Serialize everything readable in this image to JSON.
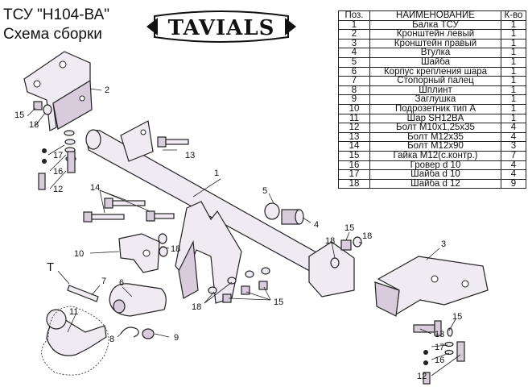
{
  "header": {
    "title": "ТСУ  \"Н104-ВА\"",
    "subtitle": "Схема сборки",
    "logo_text": "TAVIALS"
  },
  "table": {
    "headers": [
      "Поз.",
      "НАИМЕНОВАНИЕ",
      "К-во"
    ],
    "rows": [
      [
        "1",
        "Балка ТСУ",
        "1"
      ],
      [
        "2",
        "Кронштейн левый",
        "1"
      ],
      [
        "3",
        "Кронштейн правый",
        "1"
      ],
      [
        "4",
        "Втулка",
        "1"
      ],
      [
        "5",
        "Шайба",
        "1"
      ],
      [
        "6",
        "Корпус крепления шара",
        "1"
      ],
      [
        "7",
        "Стопорный палец",
        "1"
      ],
      [
        "8",
        "Шплинт",
        "1"
      ],
      [
        "9",
        "Заглушка",
        "1"
      ],
      [
        "10",
        "Подрозетник тип А",
        "1"
      ],
      [
        "11",
        "Шар SH12BA",
        "1"
      ],
      [
        "12",
        "Болт М10х1,25х35",
        "4"
      ],
      [
        "13",
        "Болт М12х35",
        "4"
      ],
      [
        "14",
        "Болт М12х90",
        "3"
      ],
      [
        "15",
        "Гайка М12(с.контр.)",
        "7"
      ],
      [
        "16",
        "Гровер d 10",
        "4"
      ],
      [
        "17",
        "Шайба d 10",
        "4"
      ],
      [
        "18",
        "Шайба d 12",
        "9"
      ]
    ]
  },
  "callouts": {
    "c1": "1",
    "c2": "2",
    "c3": "3",
    "c4": "4",
    "c5": "5",
    "c6": "6",
    "c7": "7",
    "c8": "8",
    "c9": "9",
    "c10": "10",
    "c11": "11",
    "c12a": "12",
    "c12b": "12",
    "c13a": "13",
    "c13b": "13",
    "c14": "14",
    "c15a": "15",
    "c15b": "15",
    "c15c": "15",
    "c16a": "16",
    "c16b": "16",
    "c17a": "17",
    "c17b": "17",
    "c18a": "18",
    "c18b": "18",
    "c18c": "18",
    "c18d": "18",
    "c18e": "18",
    "cT": "T"
  }
}
